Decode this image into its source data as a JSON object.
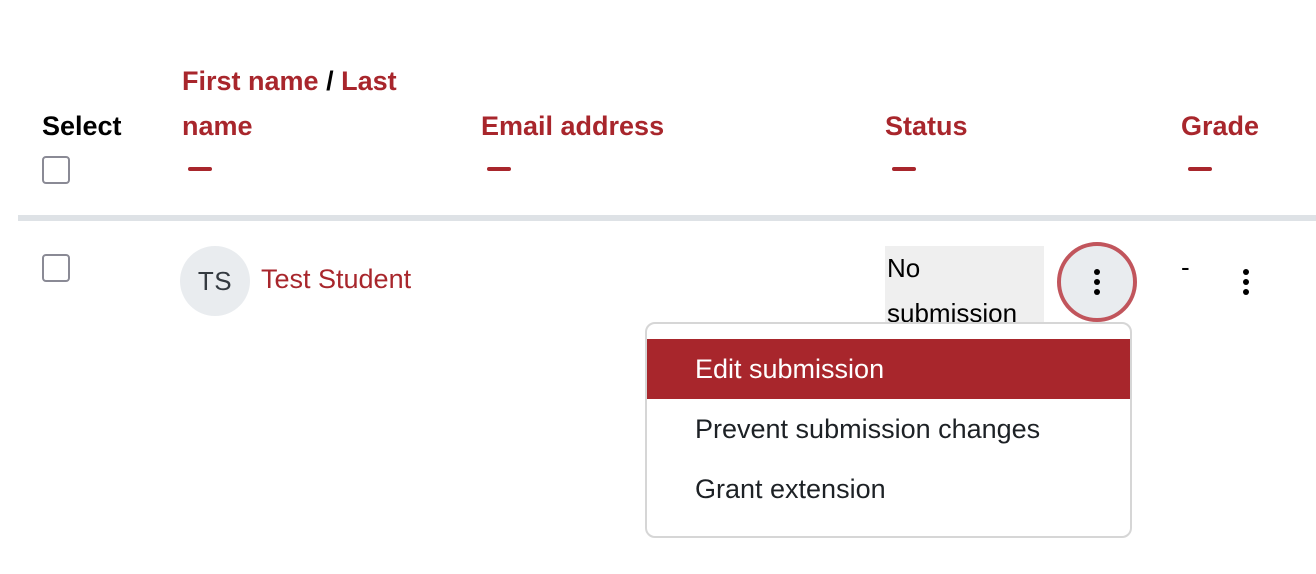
{
  "table": {
    "headers": {
      "select": "Select",
      "first_name": "First name",
      "name_separator": "/",
      "last_name_line1": "Last",
      "last_name_line2": "name",
      "email": "Email address",
      "status": "Status",
      "grade": "Grade"
    },
    "rows": [
      {
        "avatar_initials": "TS",
        "name": "Test Student",
        "email": "",
        "status_line1": "No",
        "status_line2": "submission",
        "grade": "-"
      }
    ]
  },
  "actions_menu": {
    "items": [
      {
        "label": "Edit submission",
        "active": true
      },
      {
        "label": "Prevent submission changes",
        "active": false
      },
      {
        "label": "Grant extension",
        "active": false
      }
    ]
  },
  "colors": {
    "brand_red": "#a8262c",
    "focus_ring": "#c1555c",
    "separator": "#dee2e6",
    "avatar_bg": "#e9ecef",
    "status_bg": "#efefef"
  }
}
